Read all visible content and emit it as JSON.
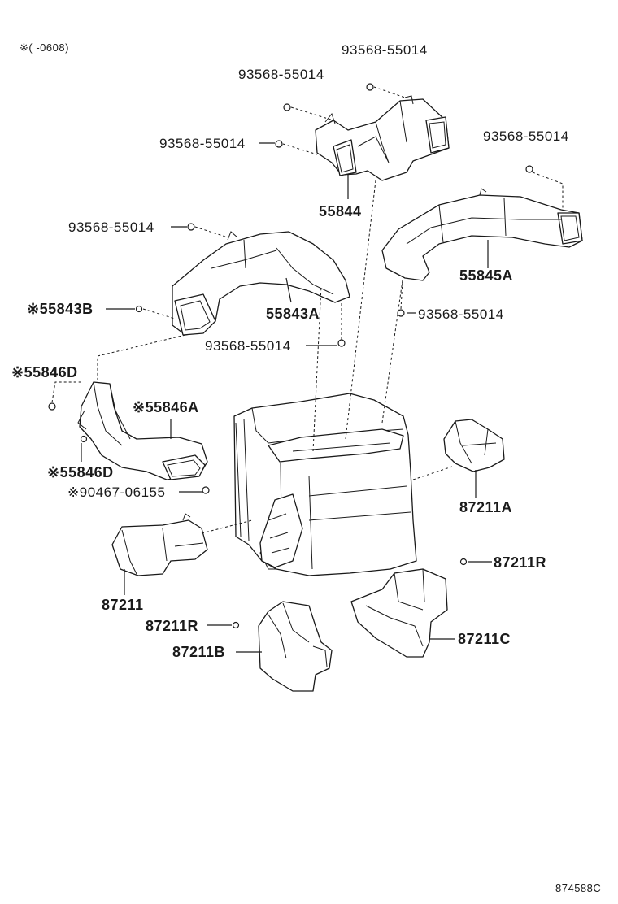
{
  "header_note": "※(    -0608)",
  "footer_code": "874588C",
  "labels": {
    "bolt_top_right": "93568-55014",
    "bolt_top_mid": "93568-55014",
    "bolt_top_left": "93568-55014",
    "bolt_right": "93568-55014",
    "bolt_left": "93568-55014",
    "bolt_right_lower": "93568-55014",
    "bolt_center": "93568-55014",
    "p55844": "55844",
    "p55845a": "55845A",
    "p55843a": "55843A",
    "p55843b": "※55843B",
    "p55846d_top": "※55846D",
    "p55846a": "※55846A",
    "p55846d_bottom": "※55846D",
    "p90467": "※90467-06155",
    "p87211": "87211",
    "p87211a": "87211A",
    "p87211r_right": "87211R",
    "p87211r_left": "87211R",
    "p87211b": "87211B",
    "p87211c": "87211C"
  }
}
